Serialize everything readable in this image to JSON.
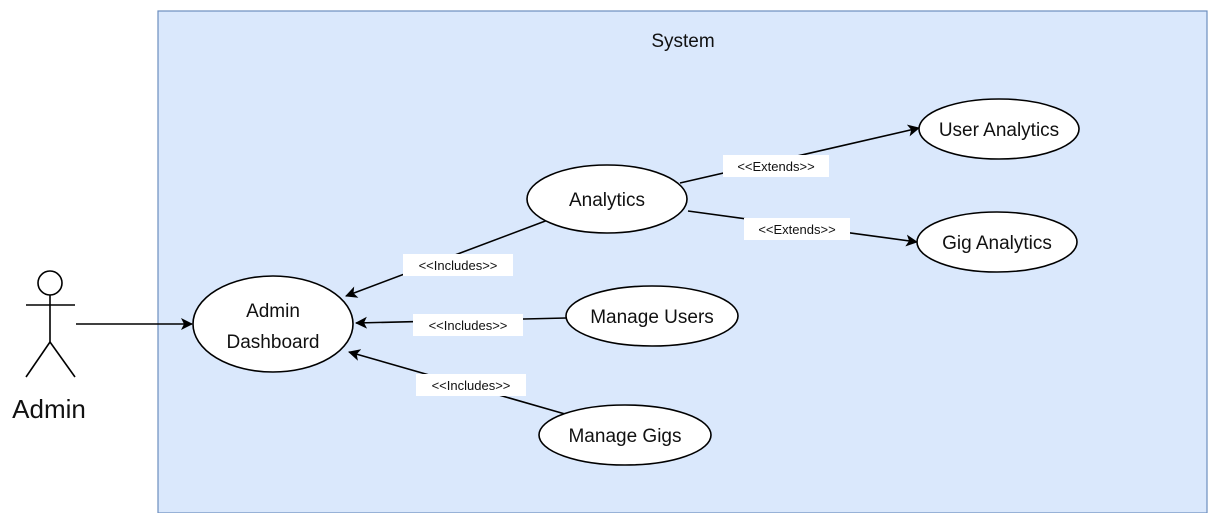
{
  "system": {
    "title": "System",
    "fill": "#dae8fc",
    "stroke": "#6c8ebf"
  },
  "actor": {
    "label": "Admin"
  },
  "use_cases": {
    "admin_dashboard": {
      "line1": "Admin",
      "line2": "Dashboard"
    },
    "analytics": {
      "label": "Analytics"
    },
    "user_analytics": {
      "label": "User Analytics"
    },
    "gig_analytics": {
      "label": "Gig Analytics"
    },
    "manage_users": {
      "label": "Manage Users"
    },
    "manage_gigs": {
      "label": "Manage Gigs"
    }
  },
  "relations": {
    "analytics_includes": "<<Includes>>",
    "manage_users_includes": "<<Includes>>",
    "manage_gigs_includes": "<<Includes>>",
    "user_analytics_extends": "<<Extends>>",
    "gig_analytics_extends": "<<Extends>>"
  },
  "colors": {
    "ellipse_fill": "#ffffff",
    "line": "#000000"
  }
}
